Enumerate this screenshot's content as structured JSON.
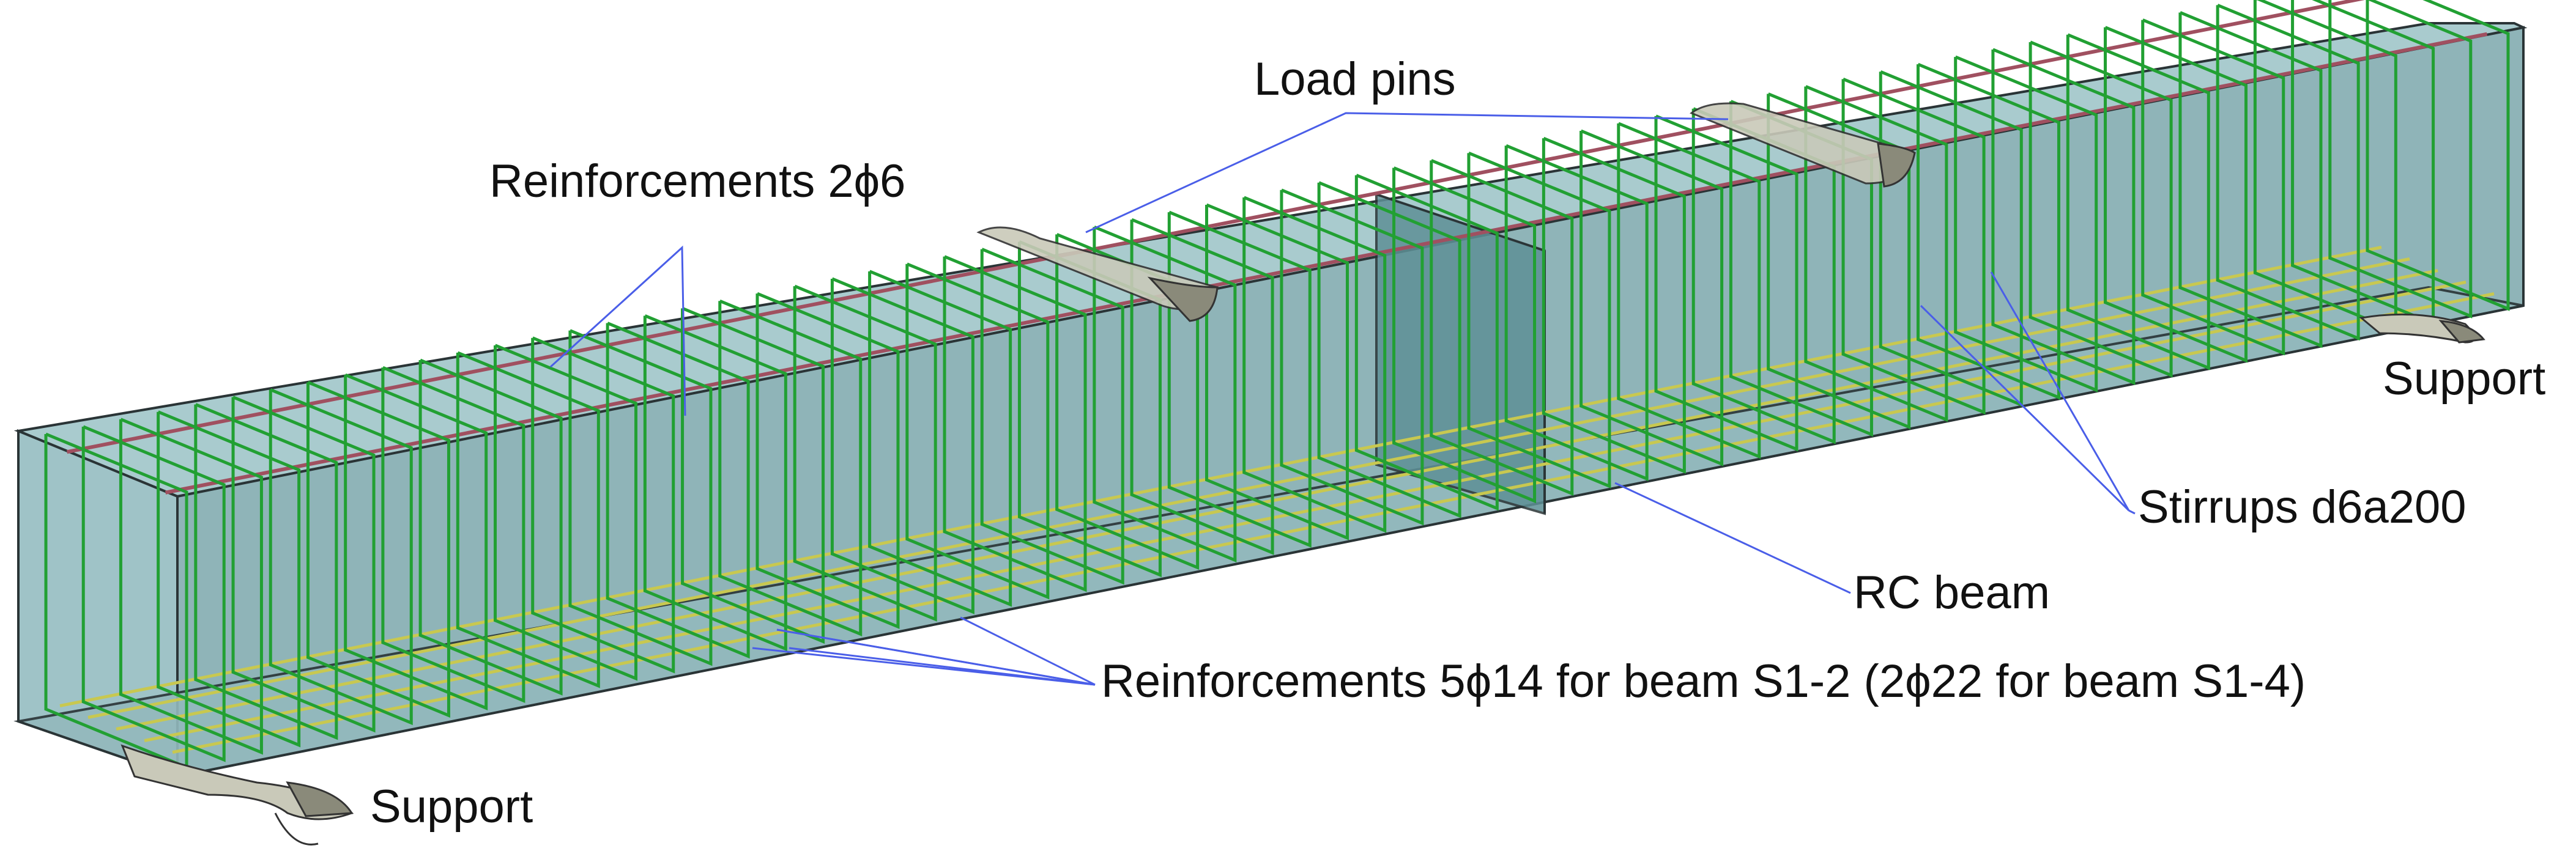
{
  "labels": {
    "load_pins": "Load pins",
    "top_reinforcement": "Reinforcements 2ϕ6",
    "support_right": "Support",
    "stirrups": "Stirrups d6a200",
    "rc_beam": "RC beam",
    "bottom_reinforcement": "Reinforcements 5ϕ14 for beam S1-2 (2ϕ22 for beam S1-4)",
    "support_left": "Support"
  },
  "colors": {
    "concrete_face": "#9fc3c7",
    "concrete_face_dark": "#7aa2a6",
    "edge": "#2a3436",
    "stirrup": "#22a033",
    "top_bar": "#a05060",
    "bottom_bar": "#c8c850",
    "leader_line": "#4a5ee8",
    "pin": "#b8b8a8",
    "text": "#111111"
  }
}
